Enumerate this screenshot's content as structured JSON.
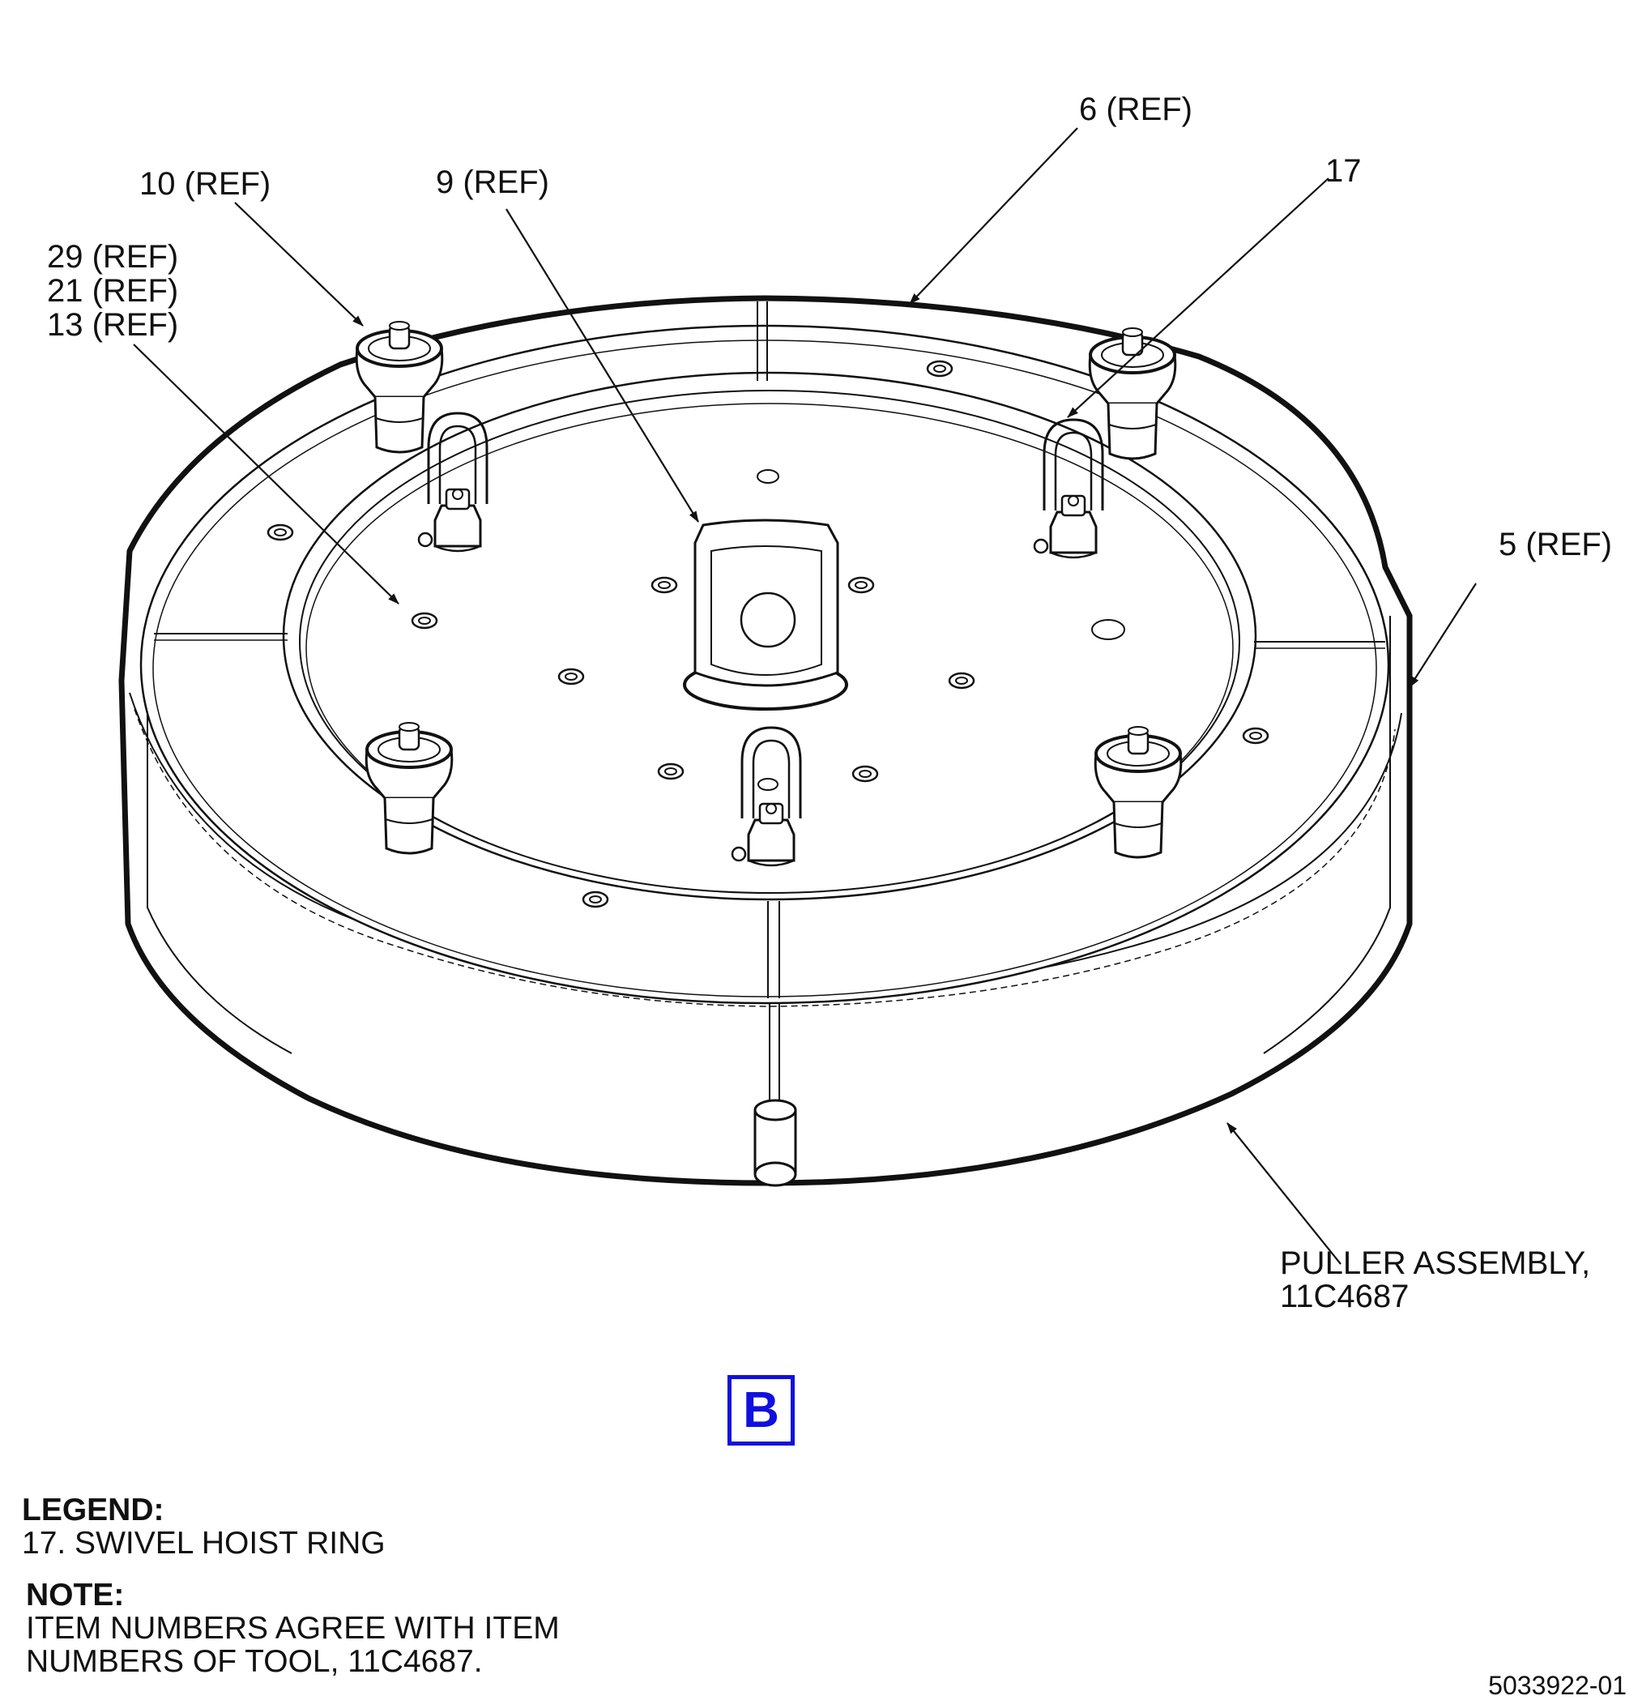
{
  "callouts": {
    "c6": "6 (REF)",
    "c10": "10 (REF)",
    "c9": "9 (REF)",
    "c17": "17",
    "c29": "29 (REF)",
    "c21": "21 (REF)",
    "c13": "13 (REF)",
    "c5": "5 (REF)",
    "puller_line1": "PULLER ASSEMBLY,",
    "puller_line2": "11C4687"
  },
  "view_label": "B",
  "legend": {
    "heading": "LEGEND:",
    "items": [
      "17. SWIVEL HOIST RING"
    ]
  },
  "note": {
    "heading": "NOTE:",
    "line1": "ITEM NUMBERS AGREE WITH ITEM",
    "line2": "NUMBERS OF TOOL, 11C4687."
  },
  "drawing_number": "5033922-01",
  "colors": {
    "line": "#111111",
    "view_badge": "#1010e0"
  }
}
